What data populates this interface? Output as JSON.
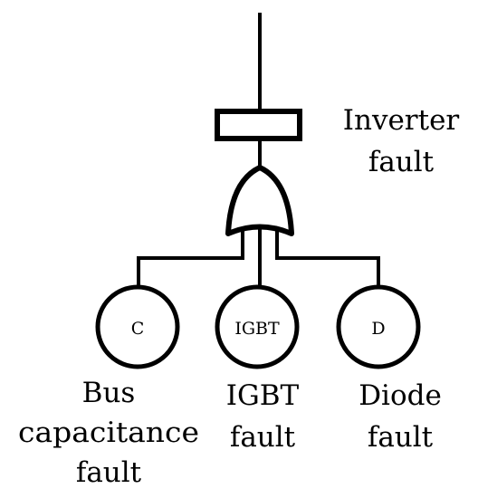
{
  "top_event": {
    "label_lines": [
      "Inverter",
      "fault"
    ]
  },
  "gate": {
    "type": "OR"
  },
  "basic_events": [
    {
      "symbol": "C",
      "label_lines": [
        "Bus",
        "capacitance",
        "fault"
      ]
    },
    {
      "symbol": "IGBT",
      "label_lines": [
        "IGBT",
        "fault"
      ]
    },
    {
      "symbol": "D",
      "label_lines": [
        "Diode",
        "fault"
      ]
    }
  ],
  "colors": {
    "stroke": "#000000",
    "background": "#ffffff"
  }
}
